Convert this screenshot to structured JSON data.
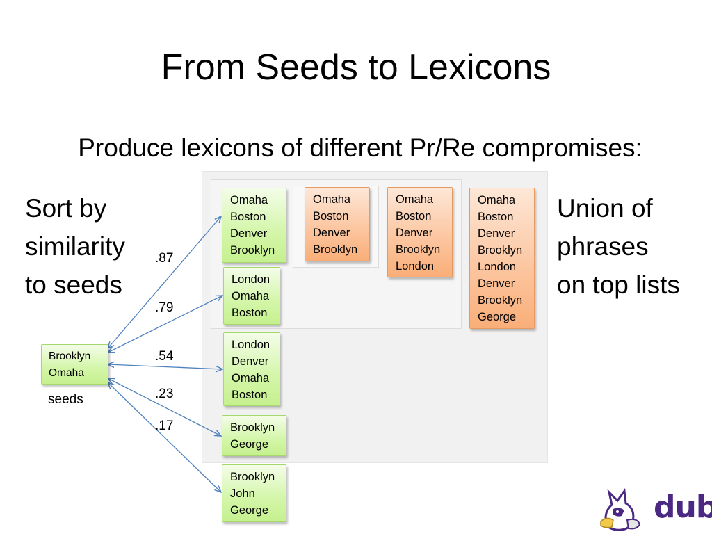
{
  "slide": {
    "title": "From Seeds to Lexicons",
    "subtitle": "Produce lexicons of different Pr/Re compromises:",
    "left_text": [
      "Sort by",
      "similarity",
      "to seeds"
    ],
    "right_text": [
      "Union of",
      "phrases",
      "on top lists"
    ],
    "seeds_label": "seeds",
    "logo_text": "dub"
  },
  "seed_box": [
    "Brooklyn",
    "Omaha"
  ],
  "green_boxes": [
    [
      "Omaha",
      "Boston",
      "Denver",
      "Brooklyn"
    ],
    [
      "London",
      "Omaha",
      "Boston"
    ],
    [
      "London",
      "Denver",
      "Omaha",
      "Boston"
    ],
    [
      "Brooklyn",
      "George"
    ],
    [
      "Brooklyn",
      "John",
      "George"
    ]
  ],
  "scores": [
    ".87",
    ".79",
    ".54",
    ".23",
    ".17"
  ],
  "orange_boxes": [
    [
      "Omaha",
      "Boston",
      "Denver",
      "Brooklyn"
    ],
    [
      "Omaha",
      "Boston",
      "Denver",
      "Brooklyn",
      "London"
    ],
    [
      "Omaha",
      "Boston",
      "Denver",
      "Brooklyn",
      "London",
      "Denver",
      "Brooklyn",
      "George"
    ]
  ],
  "colors": {
    "arrow": "#4f81bd",
    "green_fill": "#d3f6a8",
    "orange_fill": "#fcc49d",
    "logo_purple": "#4b2882"
  }
}
